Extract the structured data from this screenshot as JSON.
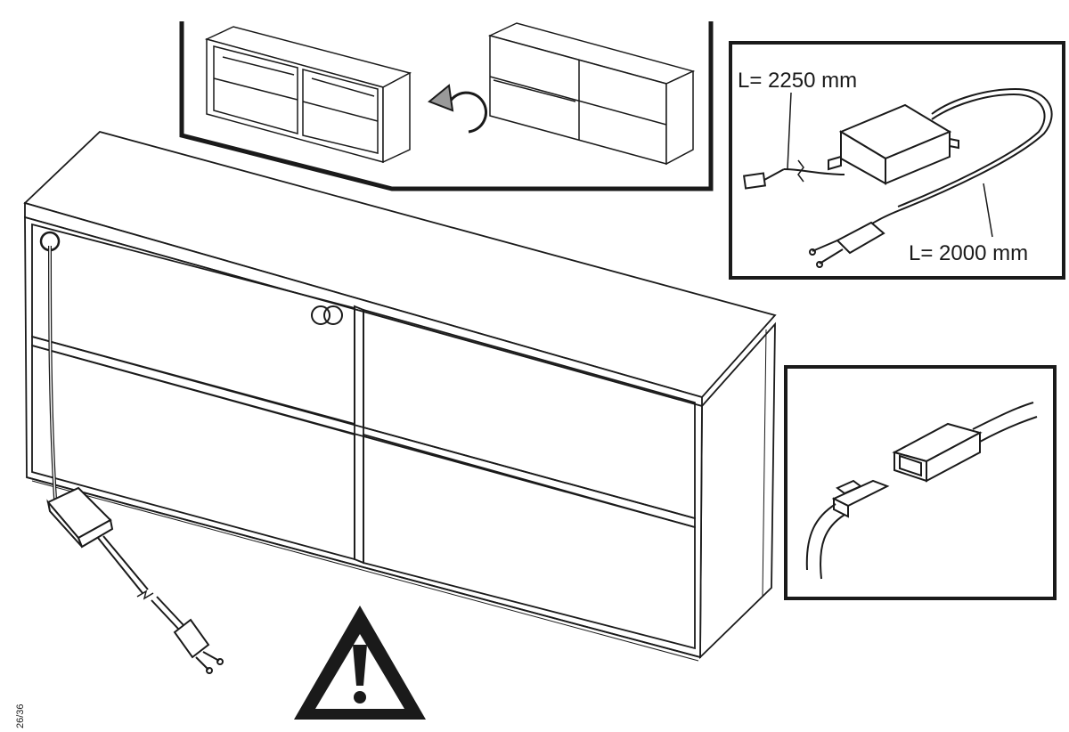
{
  "labels": {
    "adapter_cable_length": "L= 2250 mm",
    "mains_cable_length": "L= 2000 mm",
    "page_number": "26/36"
  },
  "icons": [
    "rotate-arrow-icon",
    "warning-triangle-icon",
    "plug-icon",
    "connector-icon"
  ],
  "colors": {
    "line": "#1a1a1a",
    "background": "#ffffff"
  }
}
